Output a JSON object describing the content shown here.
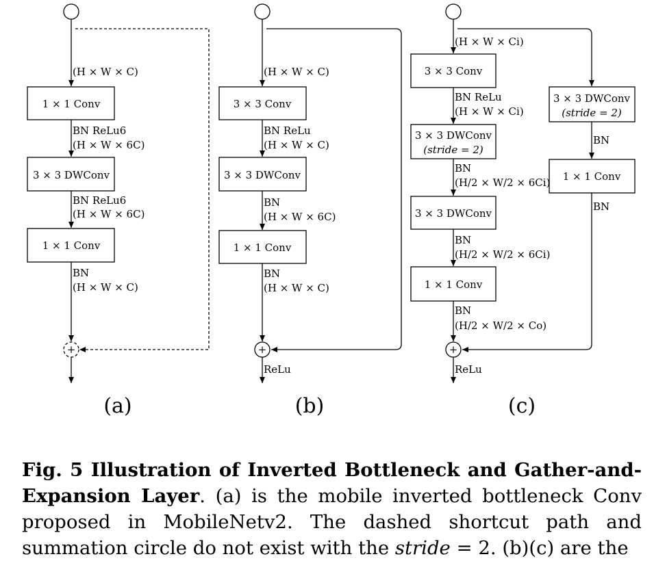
{
  "diagram": {
    "a": {
      "sublabel": "(a)",
      "boxes": [
        "1 × 1 Conv",
        "3 × 3 DWConv",
        "1 × 1 Conv"
      ],
      "labels": {
        "in": "(H × W × C)",
        "bn1": "BN  ReLu6",
        "dim1": "(H × W × 6C)",
        "bn2": "BN  ReLu6",
        "dim2": "(H × W × 6C)",
        "bn3": "BN",
        "dim3": "(H × W × C)"
      },
      "sum": "+"
    },
    "b": {
      "sublabel": "(b)",
      "boxes": [
        "3 × 3 Conv",
        "3 × 3 DWConv",
        "1 × 1 Conv"
      ],
      "labels": {
        "in": "(H × W × C)",
        "bn1": "BN  ReLu",
        "dim1": "(H × W × C)",
        "bn2": "BN",
        "dim2": "(H × W × 6C)",
        "bn3": "BN",
        "dim3": "(H × W × C)",
        "out": "ReLu"
      },
      "sum": "+"
    },
    "c": {
      "sublabel": "(c)",
      "boxes": [
        "3 × 3 Conv",
        "3 × 3 DWConv",
        "(stride = 2)",
        "3 × 3 DWConv",
        "1 × 1 Conv"
      ],
      "right_boxes": [
        "3 × 3 DWConv",
        "(stride = 2)",
        "1 × 1 Conv"
      ],
      "labels": {
        "in": "(H × W × Ci)",
        "bn1": "BN  ReLu",
        "dim1": "(H × W × Ci)",
        "bn2": "BN",
        "dim2": "(H/2 × W/2 × 6Ci)",
        "bn3": "BN",
        "dim3": "(H/2 × W/2 × 6Ci)",
        "bn4": "BN",
        "dim4": "(H/2 × W/2 × Co)",
        "rbn1": "BN",
        "rbn2": "BN",
        "out": "ReLu"
      },
      "sum": "+"
    }
  },
  "caption": {
    "title": "Fig. 5  Illustration of Inverted Bottleneck and Gather-and-Expansion Layer",
    "text_a": ". (a) is the mobile inverted bottleneck Conv proposed in MobileNetv2. The dashed shortcut path and summation circle do not exist with the ",
    "stride_word": "stride",
    "text_b": " = 2. (b)(c) are the"
  }
}
